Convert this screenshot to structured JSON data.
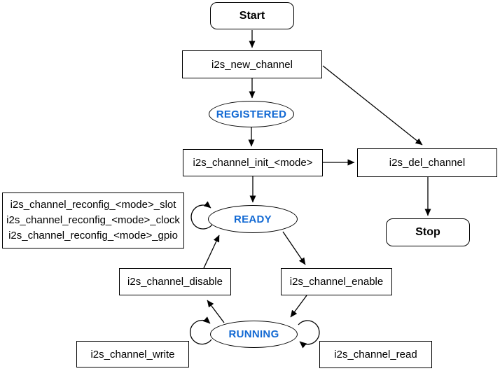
{
  "diagram": {
    "nodes": {
      "start": {
        "label": "Start",
        "shape": "rounded-rect"
      },
      "new_channel": {
        "label": "i2s_new_channel",
        "shape": "rect"
      },
      "registered": {
        "label": "REGISTERED",
        "shape": "ellipse"
      },
      "init": {
        "label": "i2s_channel_init_<mode>",
        "shape": "rect"
      },
      "del_channel": {
        "label": "i2s_del_channel",
        "shape": "rect"
      },
      "stop": {
        "label": "Stop",
        "shape": "rounded-rect"
      },
      "ready": {
        "label": "READY",
        "shape": "ellipse"
      },
      "reconfig": {
        "lines": [
          "i2s_channel_reconfig_<mode>_slot",
          "i2s_channel_reconfig_<mode>_clock",
          "i2s_channel_reconfig_<mode>_gpio"
        ],
        "shape": "rect"
      },
      "disable": {
        "label": "i2s_channel_disable",
        "shape": "rect"
      },
      "enable": {
        "label": "i2s_channel_enable",
        "shape": "rect"
      },
      "running": {
        "label": "RUNNING",
        "shape": "ellipse"
      },
      "write": {
        "label": "i2s_channel_write",
        "shape": "rect"
      },
      "read": {
        "label": "i2s_channel_read",
        "shape": "rect"
      }
    },
    "edges": [
      {
        "from": "start",
        "to": "new_channel"
      },
      {
        "from": "new_channel",
        "to": "registered"
      },
      {
        "from": "new_channel",
        "to": "del_channel"
      },
      {
        "from": "registered",
        "to": "init"
      },
      {
        "from": "init",
        "to": "ready"
      },
      {
        "from": "init",
        "to": "del_channel"
      },
      {
        "from": "del_channel",
        "to": "stop"
      },
      {
        "from": "ready",
        "to": "ready",
        "note": "self-loop"
      },
      {
        "from": "ready",
        "to": "enable"
      },
      {
        "from": "enable",
        "to": "running"
      },
      {
        "from": "running",
        "to": "disable"
      },
      {
        "from": "disable",
        "to": "ready"
      },
      {
        "from": "running",
        "to": "running",
        "note": "self-loop-left"
      },
      {
        "from": "running",
        "to": "running",
        "note": "self-loop-right"
      }
    ],
    "colors": {
      "state_text": "#1269D3",
      "edge": "#000000",
      "node_fill": "#FFFFFF",
      "node_border": "#000000"
    }
  }
}
